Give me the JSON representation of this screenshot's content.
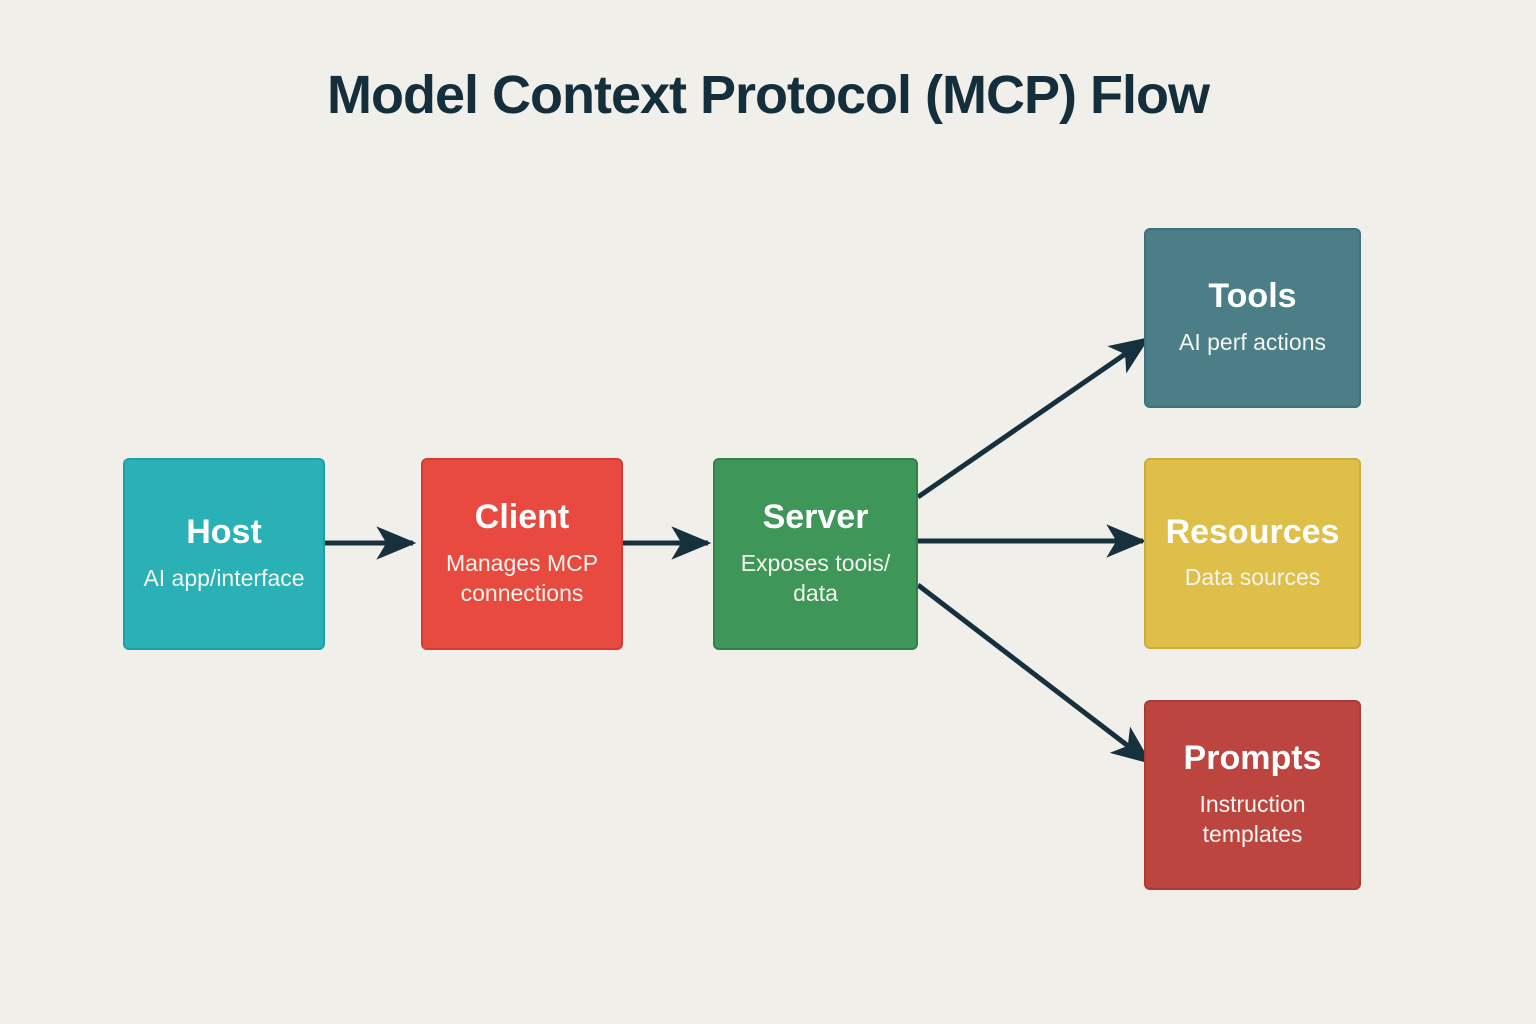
{
  "title": "Model Context Protocol (MCP) Flow",
  "colors": {
    "background": "#f0efe9",
    "title": "#152e3c",
    "arrow": "#16303e"
  },
  "nodes": {
    "host": {
      "label": "Host",
      "sublabel": "AI app/interface",
      "color": "#29b1b6",
      "border": "#1fa0a6"
    },
    "client": {
      "label": "Client",
      "sublabel": "Manages MCP connections",
      "color": "#e84a40",
      "border": "#d63c34"
    },
    "server": {
      "label": "Server",
      "sublabel": "Exposes toois/ data",
      "color": "#3e9659",
      "border": "#337f4a"
    },
    "tools": {
      "label": "Tools",
      "sublabel": "AI perf actions",
      "color": "#4b7e86",
      "border": "#40707a"
    },
    "resources": {
      "label": "Resources",
      "sublabel": "Data sources",
      "color": "#ddbf4a",
      "border": "#ccad3c"
    },
    "prompts": {
      "label": "Prompts",
      "sublabel": "Instruction templates",
      "color": "#bc4540",
      "border": "#a93b37"
    }
  },
  "edges": [
    {
      "from": "Host",
      "to": "Client"
    },
    {
      "from": "Client",
      "to": "Server"
    },
    {
      "from": "Server",
      "to": "Tools"
    },
    {
      "from": "Server",
      "to": "Resources"
    },
    {
      "from": "Server",
      "to": "Prompts"
    }
  ]
}
